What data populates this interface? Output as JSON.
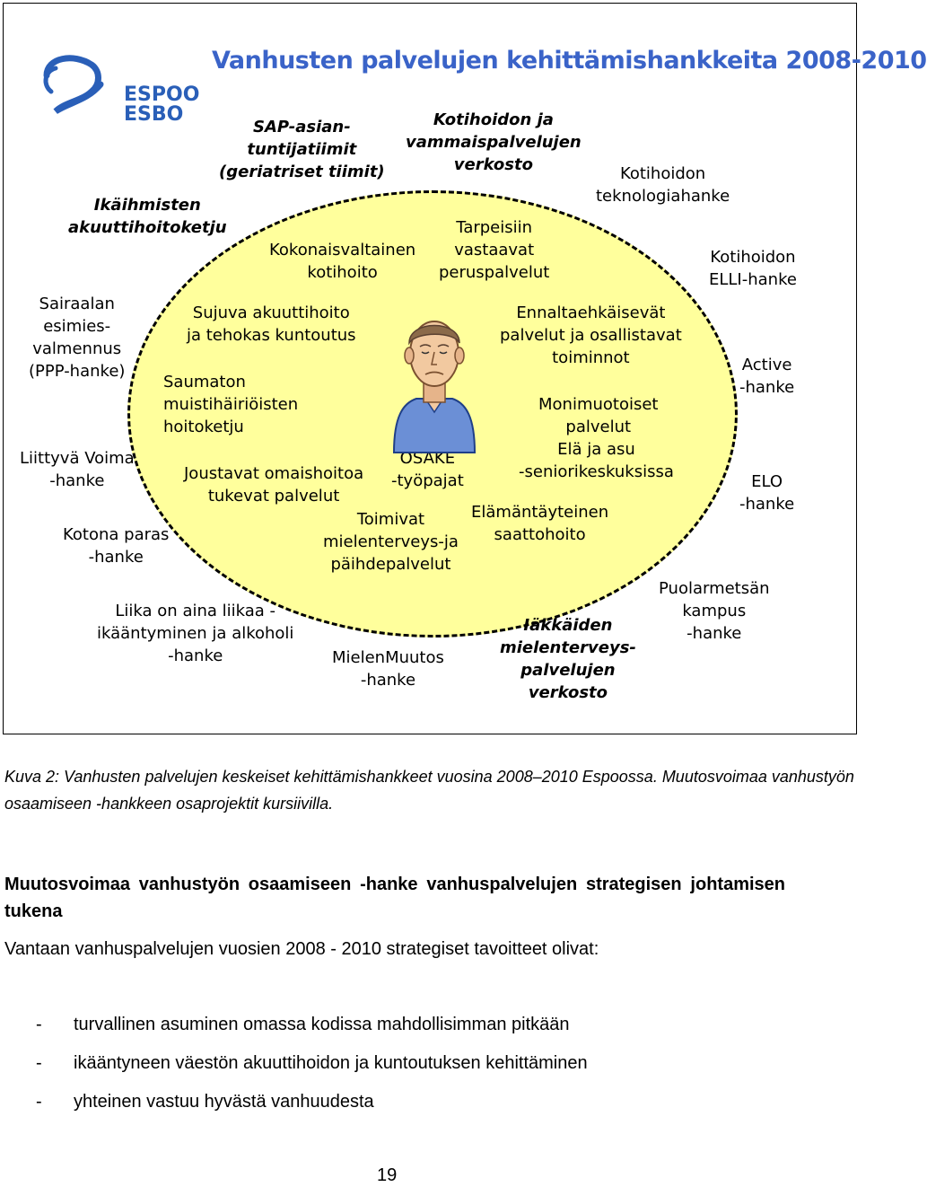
{
  "figure": {
    "title": "Vanhusten palvelujen kehittämishankkeita 2008-2010",
    "logo": {
      "line1": "ESPOO",
      "line2": "ESBO",
      "color": "#2a5fb8"
    },
    "colors": {
      "title": "#3a63c8",
      "ellipse_fill": "#ffff9c"
    },
    "outer": {
      "ikaihmisten": "Ikäihmisten\nakuuttihoitoketju",
      "sap": "SAP-asian-\ntuntijatiimit\n(geriatriset tiimit)",
      "kotihoidon_verkosto": "Kotihoidon ja\nvammaispalvelujen\nverkosto",
      "kotihoidon_teknologia": "Kotihoidon\nteknologiahanke",
      "kotihoidon_elli": "Kotihoidon\nELLI-hanke",
      "sairaalan": "Sairaalan\nesimies-\nvalmennus\n(PPP-hanke)",
      "active": "Active\n-hanke",
      "liittyva": "Liittyvä Voima\n-hanke",
      "elo": "ELO\n-hanke",
      "kotona": "Kotona paras\n-hanke",
      "puolarmetsan": "Puolarmetsän\nkampus\n-hanke",
      "liika": "Liika on aina liikaa -\nikääntyminen ja alkoholi\n-hanke",
      "mielenmuutos": "MielenMuutos\n-hanke",
      "iakkaiden": "Iäkkäiden\nmielenterveys-\npalvelujen\nverkosto"
    },
    "inner": {
      "kokonaisvaltainen": "Kokonaisvaltainen\nkotihoito",
      "tarpeisiin": "Tarpeisiin\nvastaavat\nperuspalvelut",
      "sujuva": "Sujuva akuuttihoito\nja tehokas kuntoutus",
      "ennaltaehkaisevat": "Ennaltaehkäisevät\npalvelut ja osallistavat\ntoiminnot",
      "saumaton": "Saumaton\nmuistihäiriöisten\nhoitoketju",
      "monimuotoiset": "Monimuotoiset\npalvelut",
      "ela_ja_asu": "Elä ja asu\n-seniorikeskuksissa",
      "osake": "OSAKE\n-työpajat",
      "joustavat": "Joustavat omaishoitoa\ntukevat palvelut",
      "elamantayteinen": "Elämäntäyteinen\nsaattohoito",
      "toimivat": "Toimivat\nmielenterveys-ja\npäihdepalvelut"
    }
  },
  "caption": "Kuva 2: Vanhusten palvelujen keskeiset kehittämishankkeet vuosina 2008–2010 Espoossa. Muutosvoimaa vanhustyön osaamiseen -hankkeen osaprojektit kursiivilla.",
  "heading": "Muutosvoimaa vanhustyön osaamiseen -hanke vanhuspalvelujen strategisen johtamisen tukena",
  "paragraph": "Vantaan vanhuspalvelujen vuosien 2008 - 2010 strategiset tavoitteet olivat:",
  "bullets": [
    {
      "dash": "-",
      "text": "turvallinen asuminen omassa kodissa mahdollisimman pitkään"
    },
    {
      "dash": "-",
      "text": "ikääntyneen väestön akuuttihoidon ja kuntoutuksen kehittäminen"
    },
    {
      "dash": "-",
      "text": "yhteinen vastuu hyvästä vanhuudesta"
    }
  ],
  "page_number": "19"
}
